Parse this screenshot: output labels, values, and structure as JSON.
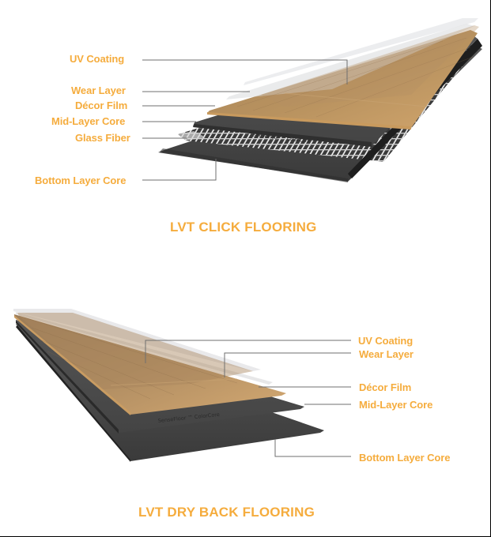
{
  "colors": {
    "label": "#f5ac3d",
    "leader_line": "#6f6f6f",
    "wood_top": "#b58f62",
    "wood_light": "#d6aa72",
    "core_dark": "#3c3c3c",
    "core_mid": "#505050",
    "clear_layer": "#e6e8ea"
  },
  "diagrams": [
    {
      "title": "LVT CLICK FLOORING",
      "labels": [
        {
          "text": "UV Coating"
        },
        {
          "text": "Wear Layer"
        },
        {
          "text": "Décor Film"
        },
        {
          "text": "Mid-Layer Core"
        },
        {
          "text": "Glass Fiber"
        },
        {
          "text": "Bottom Layer Core"
        }
      ]
    },
    {
      "title": "LVT DRY BACK FLOORING",
      "labels": [
        {
          "text": "UV Coating"
        },
        {
          "text": "Wear Layer"
        },
        {
          "text": "Décor Film"
        },
        {
          "text": "Mid-Layer Core"
        },
        {
          "text": "Bottom Layer Core"
        }
      ]
    }
  ]
}
